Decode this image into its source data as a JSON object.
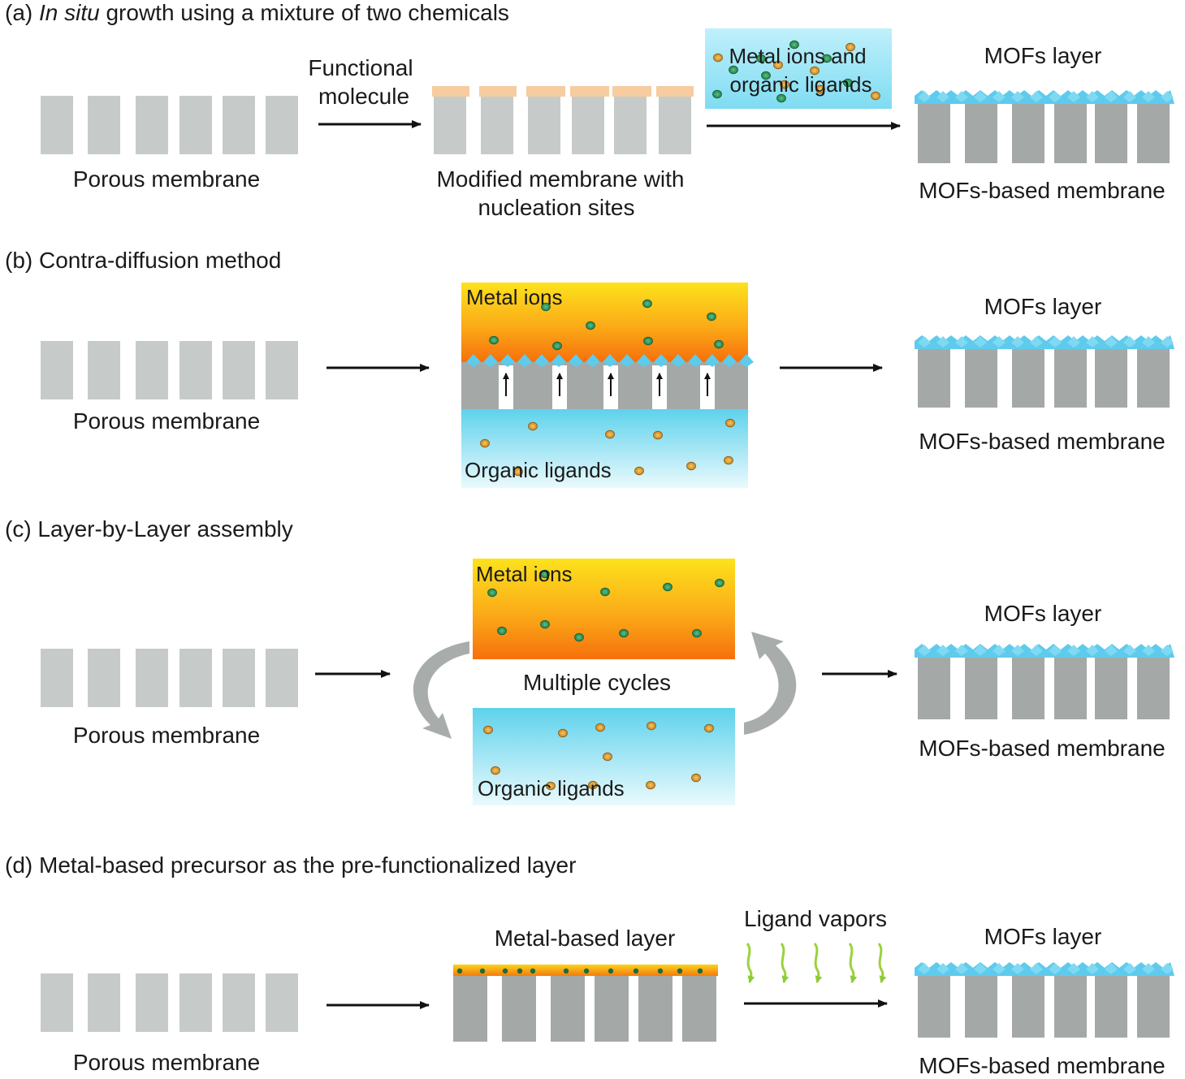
{
  "panel_a": {
    "title_prefix": "(a) ",
    "title_italic": "In situ",
    "title_rest": " growth using a mixture of two chemicals",
    "porous_label": "Porous membrane",
    "functional_label_1": "Functional",
    "functional_label_2": "molecule",
    "modified_label_1": "Modified membrane with",
    "modified_label_2": "nucleation sites",
    "solution_label_1": "Metal ions and",
    "solution_label_2": "organic ligands",
    "mofs_layer_label": "MOFs layer",
    "mofs_membrane_label": "MOFs-based membrane"
  },
  "panel_b": {
    "title": "(b) Contra-diffusion method",
    "porous_label": "Porous membrane",
    "metal_label": "Metal ions",
    "ligand_label": "Organic ligands",
    "mofs_layer_label": "MOFs layer",
    "mofs_membrane_label": "MOFs-based membrane"
  },
  "panel_c": {
    "title": "(c) Layer-by-Layer assembly",
    "porous_label": "Porous membrane",
    "metal_label": "Metal ions",
    "cycles_label": "Multiple cycles",
    "ligand_label": "Organic ligands",
    "mofs_layer_label": "MOFs layer",
    "mofs_membrane_label": "MOFs-based membrane"
  },
  "panel_d": {
    "title": "(d) Metal-based precursor as the pre-functionalized layer",
    "porous_label": "Porous membrane",
    "metal_layer_label": "Metal-based layer",
    "vapor_label": "Ligand vapors",
    "mofs_layer_label": "MOFs layer",
    "mofs_membrane_label": "MOFs-based membrane"
  },
  "colors": {
    "porous": "#c6cbca",
    "dense": "#a4a9a8",
    "mof": "#5ecbec",
    "nucleation": "#f6cca0",
    "metal_ion": "#2e9a5c",
    "ligand": "#e6a230",
    "vapor": "#9ad23c"
  }
}
